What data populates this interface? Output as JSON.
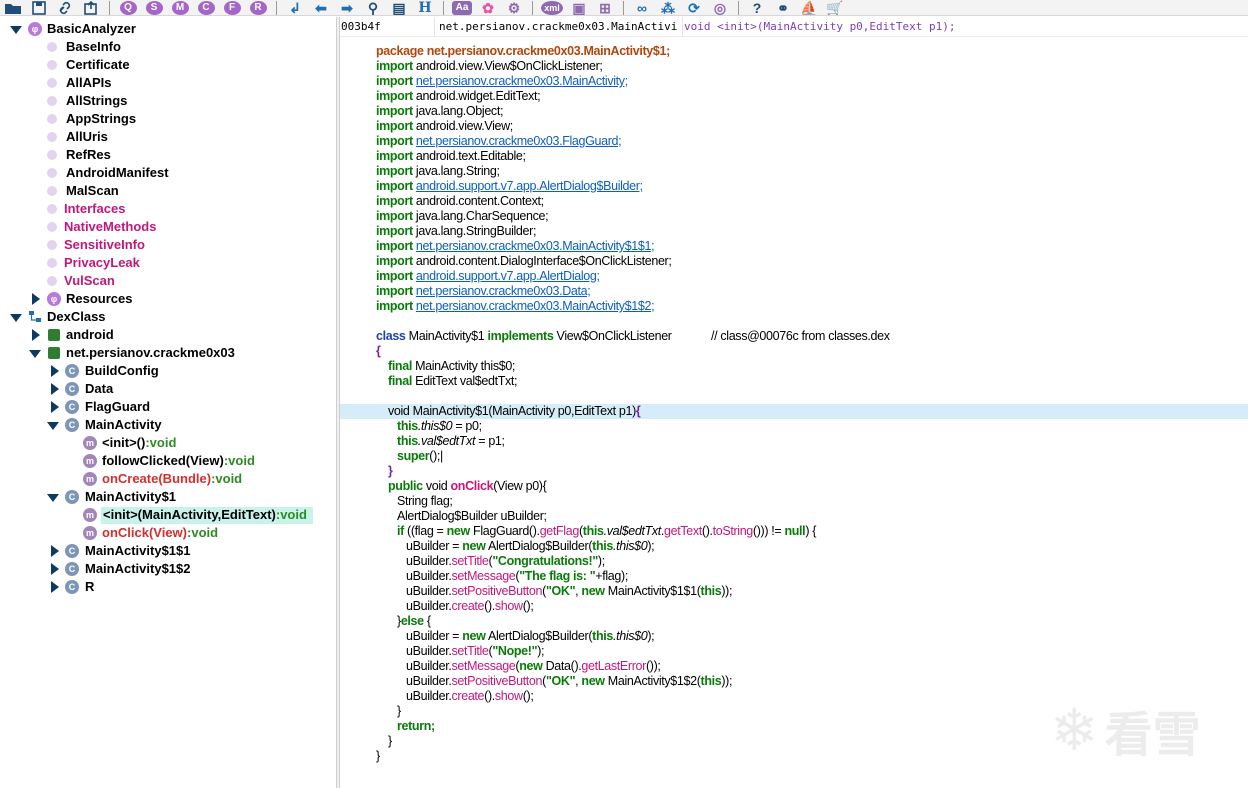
{
  "toolbar": {
    "buttons": [
      {
        "name": "open-folder-icon",
        "label": ""
      },
      {
        "name": "save-icon",
        "label": ""
      },
      {
        "name": "link-icon",
        "label": ""
      },
      {
        "name": "export-icon",
        "label": ""
      },
      {
        "name": "search-q-icon",
        "label": "Q"
      },
      {
        "name": "search-s-icon",
        "label": "S"
      },
      {
        "name": "search-m-icon",
        "label": "M"
      },
      {
        "name": "search-c-icon",
        "label": "C"
      },
      {
        "name": "search-f-icon",
        "label": "F"
      },
      {
        "name": "search-r-icon",
        "label": "R"
      }
    ],
    "text_btns": {
      "aa": "Aa",
      "h": "H",
      "xml": "xml",
      "help": "?"
    }
  },
  "tree": {
    "basic_analyzer": "BasicAnalyzer",
    "analyzer_items": [
      {
        "label": "BaseInfo",
        "color": "black"
      },
      {
        "label": "Certificate",
        "color": "black"
      },
      {
        "label": "AllAPIs",
        "color": "black"
      },
      {
        "label": "AllStrings",
        "color": "black"
      },
      {
        "label": "AppStrings",
        "color": "black"
      },
      {
        "label": "AllUris",
        "color": "black"
      },
      {
        "label": "RefRes",
        "color": "black"
      },
      {
        "label": "AndroidManifest",
        "color": "black"
      },
      {
        "label": "MalScan",
        "color": "black"
      },
      {
        "label": "Interfaces",
        "color": "magenta"
      },
      {
        "label": "NativeMethods",
        "color": "magenta"
      },
      {
        "label": "SensitiveInfo",
        "color": "magenta"
      },
      {
        "label": "PrivacyLeak",
        "color": "magenta"
      },
      {
        "label": "VulScan",
        "color": "magenta"
      }
    ],
    "resources": "Resources",
    "dexclass": "DexClass",
    "android": "android",
    "package": "net.persianov.crackme0x03",
    "classes": {
      "buildconfig": "BuildConfig",
      "data": "Data",
      "flagguard": "FlagGuard",
      "mainactivity": "MainActivity",
      "mainactivity1": "MainActivity$1",
      "mainactivity11": "MainActivity$1$1",
      "mainactivity12": "MainActivity$1$2",
      "r": "R"
    },
    "mainactivity_methods": [
      {
        "name": "<init>()",
        "ret": ":void",
        "color": "black"
      },
      {
        "name": "followClicked(View)",
        "ret": ":void",
        "color": "black"
      },
      {
        "name": "onCreate(Bundle)",
        "ret": ":void",
        "color": "red"
      }
    ],
    "mainactivity1_methods": [
      {
        "name": "<init>(MainActivity,EditText)",
        "ret": ":void",
        "color": "black"
      },
      {
        "name": "onClick(View)",
        "ret": ":void",
        "color": "red"
      }
    ]
  },
  "code_header": {
    "address": "003b4f",
    "class_name": "net.persianov.crackme0x03.MainActivi",
    "signature": "void <init>(MainActivity p0,EditText p1);"
  },
  "code": {
    "package_line": {
      "kw": "package",
      "pkg": " net.persianov.crackme0x03.MainActivity$1;"
    },
    "imports": [
      {
        "path": "android.view.View$OnClickListener;",
        "link": false
      },
      {
        "path": "net.persianov.crackme0x03.MainActivity;",
        "link": true
      },
      {
        "path": "android.widget.EditText;",
        "link": false
      },
      {
        "path": "java.lang.Object;",
        "link": false
      },
      {
        "path": "android.view.View;",
        "link": false
      },
      {
        "path": "net.persianov.crackme0x03.FlagGuard;",
        "link": true
      },
      {
        "path": "android.text.Editable;",
        "link": false
      },
      {
        "path": "java.lang.String;",
        "link": false
      },
      {
        "path": "android.support.v7.app.AlertDialog$Builder;",
        "link": true
      },
      {
        "path": "android.content.Context;",
        "link": false
      },
      {
        "path": "java.lang.CharSequence;",
        "link": false
      },
      {
        "path": "java.lang.StringBuilder;",
        "link": false
      },
      {
        "path": "net.persianov.crackme0x03.MainActivity$1$1;",
        "link": true
      },
      {
        "path": "android.content.DialogInterface$OnClickListener;",
        "link": false
      },
      {
        "path": "android.support.v7.app.AlertDialog;",
        "link": true
      },
      {
        "path": "net.persianov.crackme0x03.Data;",
        "link": true
      },
      {
        "path": "net.persianov.crackme0x03.MainActivity$1$2;",
        "link": true
      }
    ],
    "import_kw": "import",
    "class_decl": {
      "kw": "class",
      "name": " MainActivity$1 ",
      "kw2": "implements",
      "iface": " View$OnClickListener",
      "comment": "// class@00076c from classes.dex"
    },
    "open_brace": "{",
    "fields": [
      {
        "kw": "final",
        "rest": " MainActivity this$0;"
      },
      {
        "kw": "final",
        "rest": " EditText val$edtTxt;"
      }
    ],
    "ctor": {
      "sig": "void MainActivity$1(MainActivity p0,EditText p1)",
      "brace": "{",
      "l1a": "this",
      "l1b": ".this$0",
      "l1c": " = p0;",
      "l2a": "this",
      "l2b": ".val$edtTxt",
      "l2c": " = p1;",
      "l3a": "super",
      "l3b": "();",
      "close": "}"
    },
    "onclick": {
      "kw1": "public",
      "kw2": " void ",
      "name": "onClick",
      "args": "(View p0){",
      "v1": "String flag;",
      "v2": "AlertDialog$Builder uBuilder;",
      "if_line": [
        {
          "t": "if",
          "c": "kw"
        },
        {
          "t": " ((flag = ",
          "c": "plain"
        },
        {
          "t": "new",
          "c": "kw"
        },
        {
          "t": " FlagGuard().",
          "c": "plain"
        },
        {
          "t": "getFlag",
          "c": "meth"
        },
        {
          "t": "(",
          "c": "plain"
        },
        {
          "t": "this",
          "c": "kw"
        },
        {
          "t": ".val$edtTxt",
          "c": "it"
        },
        {
          "t": ".",
          "c": "plain"
        },
        {
          "t": "getText",
          "c": "meth"
        },
        {
          "t": "().",
          "c": "plain"
        },
        {
          "t": "toString",
          "c": "meth"
        },
        {
          "t": "())) != ",
          "c": "plain"
        },
        {
          "t": "null",
          "c": "kw"
        },
        {
          "t": ") {",
          "c": "plain"
        }
      ],
      "b1": [
        {
          "t": "uBuilder = ",
          "c": "plain"
        },
        {
          "t": "new",
          "c": "kw"
        },
        {
          "t": " AlertDialog$Builder(",
          "c": "plain"
        },
        {
          "t": "this",
          "c": "kw"
        },
        {
          "t": ".this$0",
          "c": "it"
        },
        {
          "t": ");",
          "c": "plain"
        }
      ],
      "b2": [
        {
          "t": "uBuilder.",
          "c": "plain"
        },
        {
          "t": "setTitle",
          "c": "meth"
        },
        {
          "t": "(",
          "c": "plain"
        },
        {
          "t": "\"Congratulations!\"",
          "c": "str"
        },
        {
          "t": ");",
          "c": "plain"
        }
      ],
      "b3": [
        {
          "t": "uBuilder.",
          "c": "plain"
        },
        {
          "t": "setMessage",
          "c": "meth"
        },
        {
          "t": "(",
          "c": "plain"
        },
        {
          "t": "\"The flag is: \"",
          "c": "str"
        },
        {
          "t": "+flag);",
          "c": "plain"
        }
      ],
      "b4": [
        {
          "t": "uBuilder.",
          "c": "plain"
        },
        {
          "t": "setPositiveButton",
          "c": "meth"
        },
        {
          "t": "(",
          "c": "plain"
        },
        {
          "t": "\"OK\"",
          "c": "str"
        },
        {
          "t": ", ",
          "c": "plain"
        },
        {
          "t": "new",
          "c": "kw"
        },
        {
          "t": " MainActivity$1$1(",
          "c": "plain"
        },
        {
          "t": "this",
          "c": "kw"
        },
        {
          "t": "));",
          "c": "plain"
        }
      ],
      "b5": [
        {
          "t": "uBuilder.",
          "c": "plain"
        },
        {
          "t": "create",
          "c": "meth"
        },
        {
          "t": "().",
          "c": "plain"
        },
        {
          "t": "show",
          "c": "meth"
        },
        {
          "t": "();",
          "c": "plain"
        }
      ],
      "else": [
        {
          "t": "}",
          "c": "plain"
        },
        {
          "t": "else",
          "c": "kw"
        },
        {
          "t": " {",
          "c": "plain"
        }
      ],
      "e1": [
        {
          "t": "uBuilder = ",
          "c": "plain"
        },
        {
          "t": "new",
          "c": "kw"
        },
        {
          "t": " AlertDialog$Builder(",
          "c": "plain"
        },
        {
          "t": "this",
          "c": "kw"
        },
        {
          "t": ".this$0",
          "c": "it"
        },
        {
          "t": ");",
          "c": "plain"
        }
      ],
      "e2": [
        {
          "t": "uBuilder.",
          "c": "plain"
        },
        {
          "t": "setTitle",
          "c": "meth"
        },
        {
          "t": "(",
          "c": "plain"
        },
        {
          "t": "\"Nope!\"",
          "c": "str"
        },
        {
          "t": ");",
          "c": "plain"
        }
      ],
      "e3": [
        {
          "t": "uBuilder.",
          "c": "plain"
        },
        {
          "t": "setMessage",
          "c": "meth"
        },
        {
          "t": "(",
          "c": "plain"
        },
        {
          "t": "new",
          "c": "kw"
        },
        {
          "t": " Data().",
          "c": "plain"
        },
        {
          "t": "getLastError",
          "c": "meth"
        },
        {
          "t": "());",
          "c": "plain"
        }
      ],
      "e4": [
        {
          "t": "uBuilder.",
          "c": "plain"
        },
        {
          "t": "setPositiveButton",
          "c": "meth"
        },
        {
          "t": "(",
          "c": "plain"
        },
        {
          "t": "\"OK\"",
          "c": "str"
        },
        {
          "t": ", ",
          "c": "plain"
        },
        {
          "t": "new",
          "c": "kw"
        },
        {
          "t": " MainActivity$1$2(",
          "c": "plain"
        },
        {
          "t": "this",
          "c": "kw"
        },
        {
          "t": "));",
          "c": "plain"
        }
      ],
      "e5": [
        {
          "t": "uBuilder.",
          "c": "plain"
        },
        {
          "t": "create",
          "c": "meth"
        },
        {
          "t": "().",
          "c": "plain"
        },
        {
          "t": "show",
          "c": "meth"
        },
        {
          "t": "();",
          "c": "plain"
        }
      ],
      "close_if": "}",
      "ret": "return;",
      "close_m": "}",
      "close_c": "}"
    }
  },
  "watermark": {
    "text": "看雪"
  },
  "colors": {
    "accent_purple": "#b77ad8",
    "keyword_green": "#0a7a0a",
    "link_blue": "#0b5fbe",
    "method_magenta": "#c2187a",
    "selection": "#c8f2ea"
  }
}
